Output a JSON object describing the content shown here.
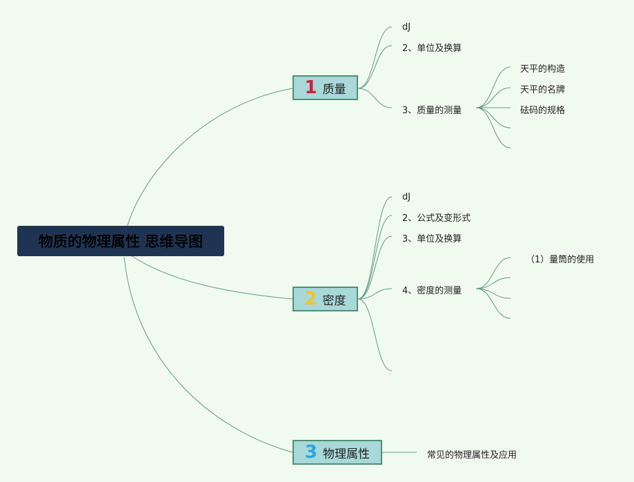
{
  "root": {
    "title": "物质的物理属性 思维导图"
  },
  "colors": {
    "background": "#f1faee",
    "root_fill": "#1f3352",
    "branch_fill": "#a8d8d8",
    "branch_border": "#4e8f78",
    "link": "#5f9a82",
    "num1": "#d21f3c",
    "num2": "#f2c424",
    "num3": "#2aa6e0"
  },
  "branches": [
    {
      "number": "1",
      "label": "质量",
      "children": [
        {
          "label": "dJ"
        },
        {
          "label": "2、单位及换算"
        },
        {
          "label": "3、质量的测量",
          "children": [
            "天平的构造",
            "天平的名牌",
            "砝码的规格",
            "",
            ""
          ]
        }
      ]
    },
    {
      "number": "2",
      "label": "密度",
      "children": [
        {
          "label": "dJ"
        },
        {
          "label": "2、公式及变形式"
        },
        {
          "label": "3、单位及换算"
        },
        {
          "label": "4、密度的测量",
          "children": [
            "（1）量筒的使用",
            "",
            "",
            ""
          ]
        },
        {
          "label": ""
        }
      ]
    },
    {
      "number": "3",
      "label": "物理属性",
      "children": [
        {
          "label": "常见的物理属性及应用"
        }
      ]
    }
  ]
}
